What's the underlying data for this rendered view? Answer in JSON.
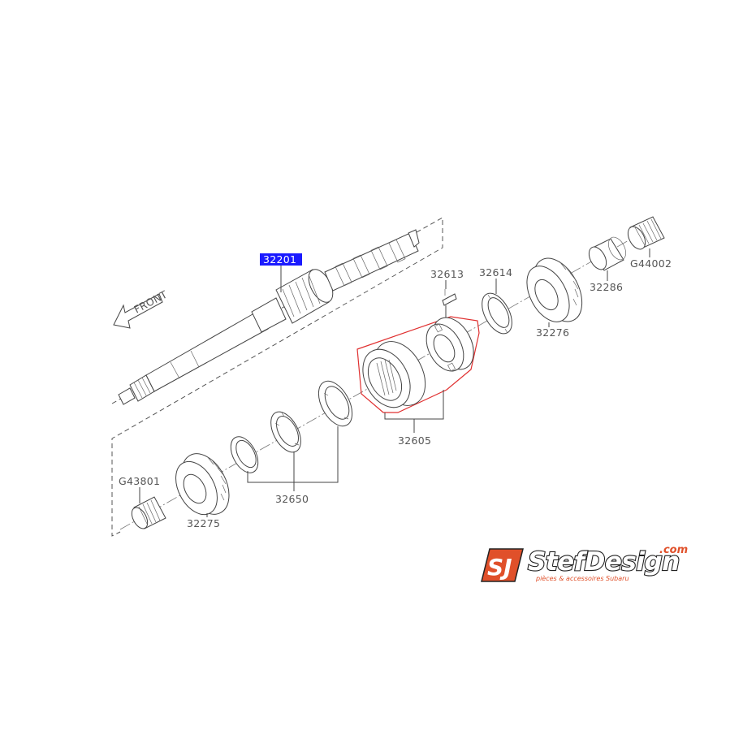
{
  "direction_label": "FRONT",
  "highlight_color": "#1a1aff",
  "group_outline_color": "#e03030",
  "brand_color": "#e0502a",
  "parts": {
    "p32201": "32201",
    "p32613": "32613",
    "p32614": "32614",
    "p32276": "32276",
    "p32286": "32286",
    "pG44002": "G44002",
    "p32605": "32605",
    "p32650": "32650",
    "p32275": "32275",
    "pG43801": "G43801"
  },
  "logo": {
    "name": "StefDesign",
    "domain": ".com",
    "tagline": "pièces & accessoires Subaru"
  }
}
